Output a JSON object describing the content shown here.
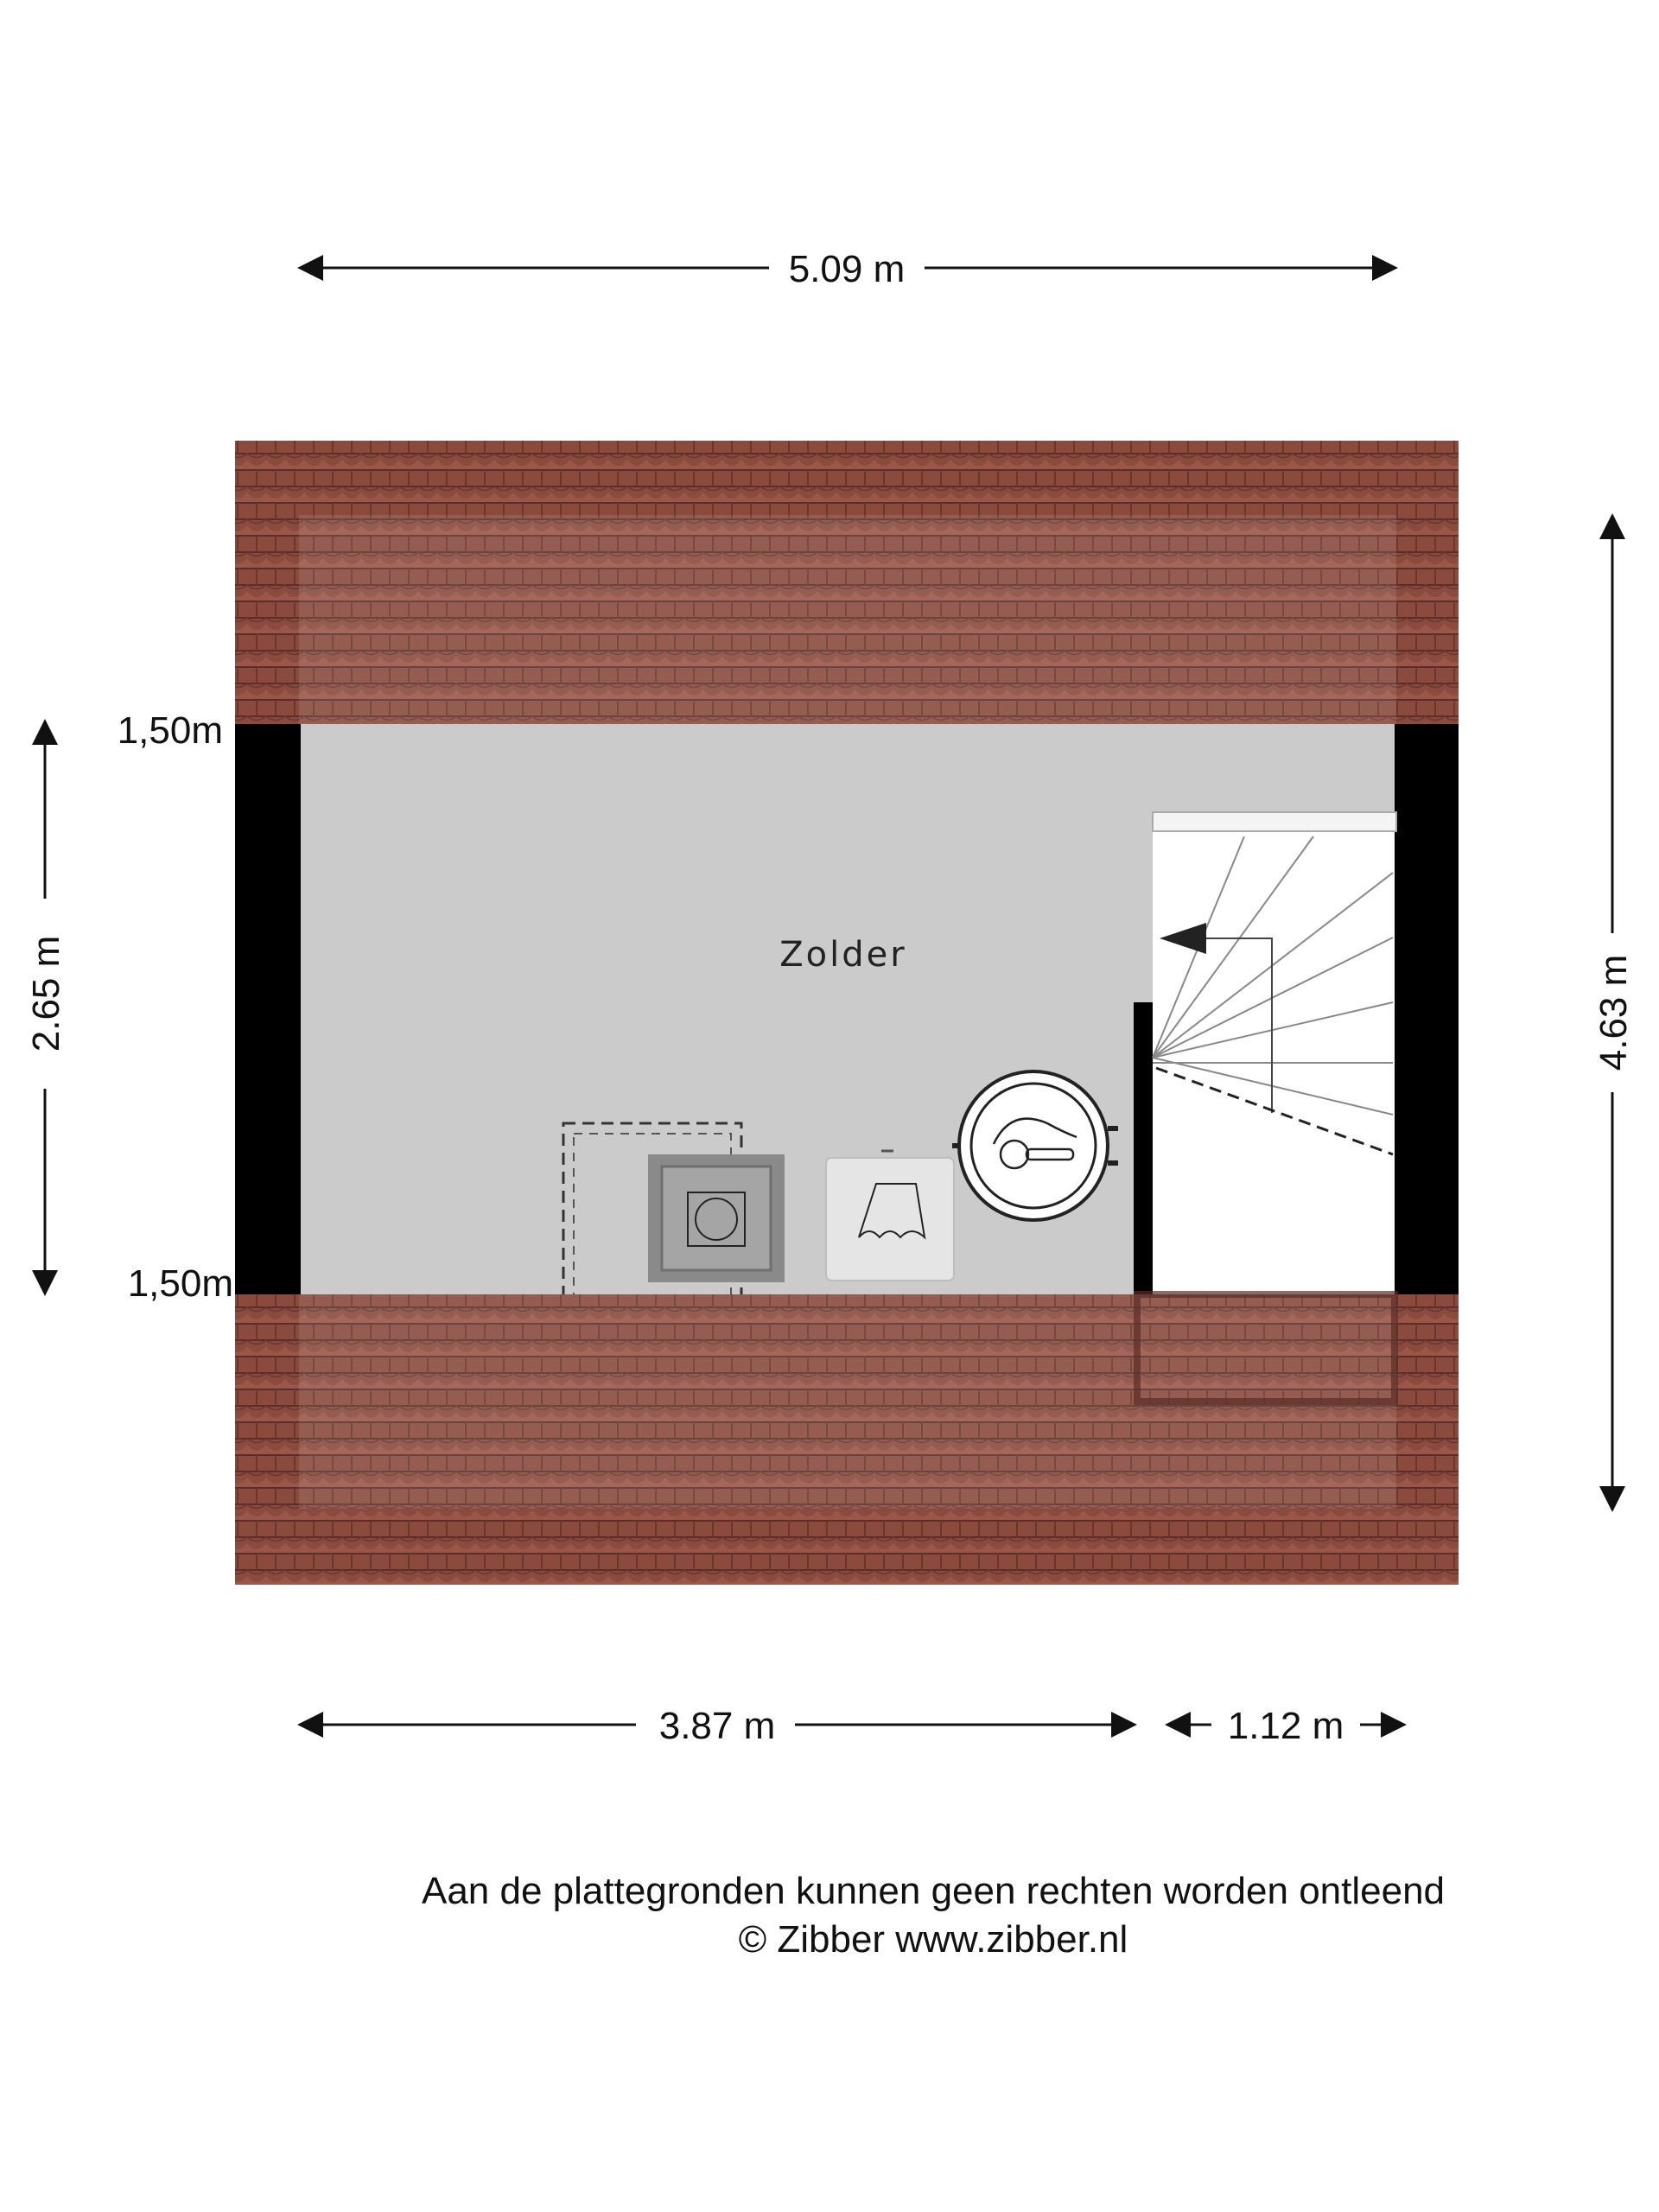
{
  "dimensions": {
    "top_width": "5.09 m",
    "right_depth": "4.63 m",
    "left_height": "2.65 m",
    "bottom_left_width": "3.87 m",
    "bottom_right_width": "1.12 m",
    "knee_wall_top": "1,50m",
    "knee_wall_bottom": "1,50m"
  },
  "room": {
    "name": "Zolder"
  },
  "fixtures": [
    "washing-machine-icon",
    "dryer-icon",
    "central-heating-boiler-icon",
    "staircase",
    "skylight"
  ],
  "colors": {
    "roof": "#8a4a3e",
    "floor": "#cbcbcb",
    "wall": "#000000"
  },
  "footer": {
    "disclaimer": "Aan de plattegronden kunnen geen rechten worden ontleend",
    "copyright": "© Zibber www.zibber.nl"
  }
}
